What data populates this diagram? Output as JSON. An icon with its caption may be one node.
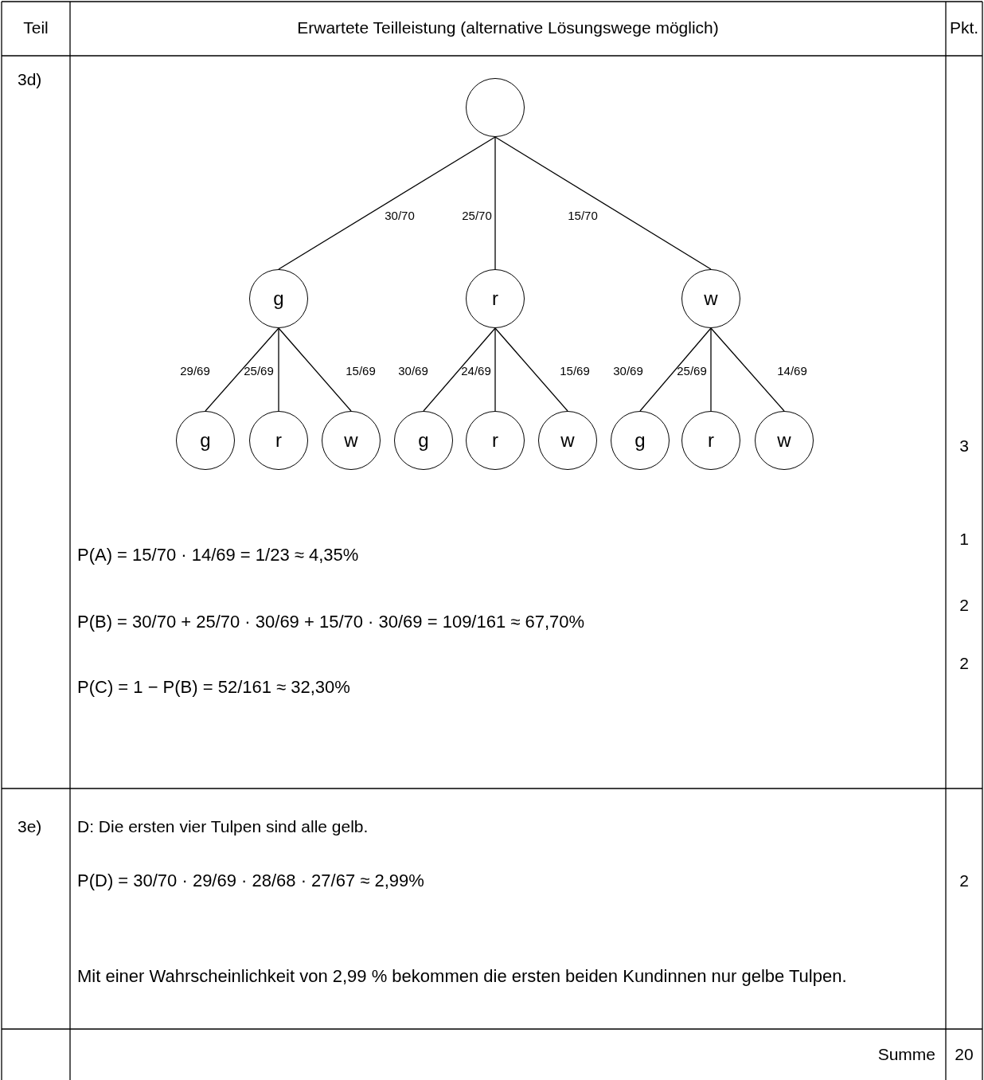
{
  "diagram": {
    "nodes": [
      {
        "text": [],
        "shape": "circle"
      },
      {
        "text": [
          "g"
        ]
      },
      {
        "text": [
          "r"
        ]
      },
      {
        "text": [
          "w"
        ]
      },
      {
        "text": [
          "g"
        ]
      },
      {
        "text": [
          "r"
        ]
      },
      {
        "text": [
          "w"
        ]
      },
      {
        "text": [
          "g"
        ]
      },
      {
        "text": [
          "r"
        ]
      },
      {
        "text": [
          "w"
        ]
      },
      {
        "text": [
          "g"
        ]
      },
      {
        "text": [
          "r"
        ]
      },
      {
        "text": [
          "w"
        ]
      }
    ],
    "edges": [
      {
        "from": 0,
        "to": 1,
        "arrow": "none",
        "label": "30/70"
      },
      {
        "from": 0,
        "to": 2,
        "arrow": "none",
        "label": "25/70"
      },
      {
        "from": 0,
        "to": 3,
        "arrow": "none",
        "label": "15/70"
      },
      {
        "from": 1,
        "to": 4,
        "arrow": "none",
        "label": "29/69"
      },
      {
        "from": 1,
        "to": 5,
        "arrow": "none",
        "label": "25/69"
      },
      {
        "from": 1,
        "to": 6,
        "arrow": "none",
        "label": "15/69"
      },
      {
        "from": 2,
        "to": 7,
        "arrow": "none",
        "label": "30/69"
      },
      {
        "from": 2,
        "to": 8,
        "arrow": "none",
        "label": "24/69"
      },
      {
        "from": 2,
        "to": 9,
        "arrow": "none",
        "label": "15/69"
      },
      {
        "from": 3,
        "to": 10,
        "arrow": "none",
        "label": "30/69"
      },
      {
        "from": 3,
        "to": 11,
        "arrow": "none",
        "label": "25/69"
      },
      {
        "from": 3,
        "to": 12,
        "arrow": "none",
        "label": "14/69"
      }
    ],
    "labels": [
      "Teil",
      "Erwartete Teilleistung (alternative Lösungswege möglich)",
      "Pkt.",
      "3d)",
      "3",
      "P(A) = 15/70 · 14/69 = 1/23 ≈ 4,35%",
      "1",
      "P(B) = 30/70 + 25/70 · 30/69 + 15/70 · 30/69 = 109/161 ≈ 67,70%",
      "2",
      "P(C) = 1 − P(B) = 52/161 ≈ 32,30%",
      "2",
      "3e)",
      "D: Die ersten vier Tulpen sind alle gelb.",
      "P(D) = 30/70 · 29/69 · 28/68 · 27/67 ≈ 2,99%",
      "2",
      "Mit einer Wahrscheinlichkeit von 2,99 % bekommen die ersten beiden Kundinnen nur gelbe Tulpen.",
      "Summe",
      "20"
    ]
  }
}
